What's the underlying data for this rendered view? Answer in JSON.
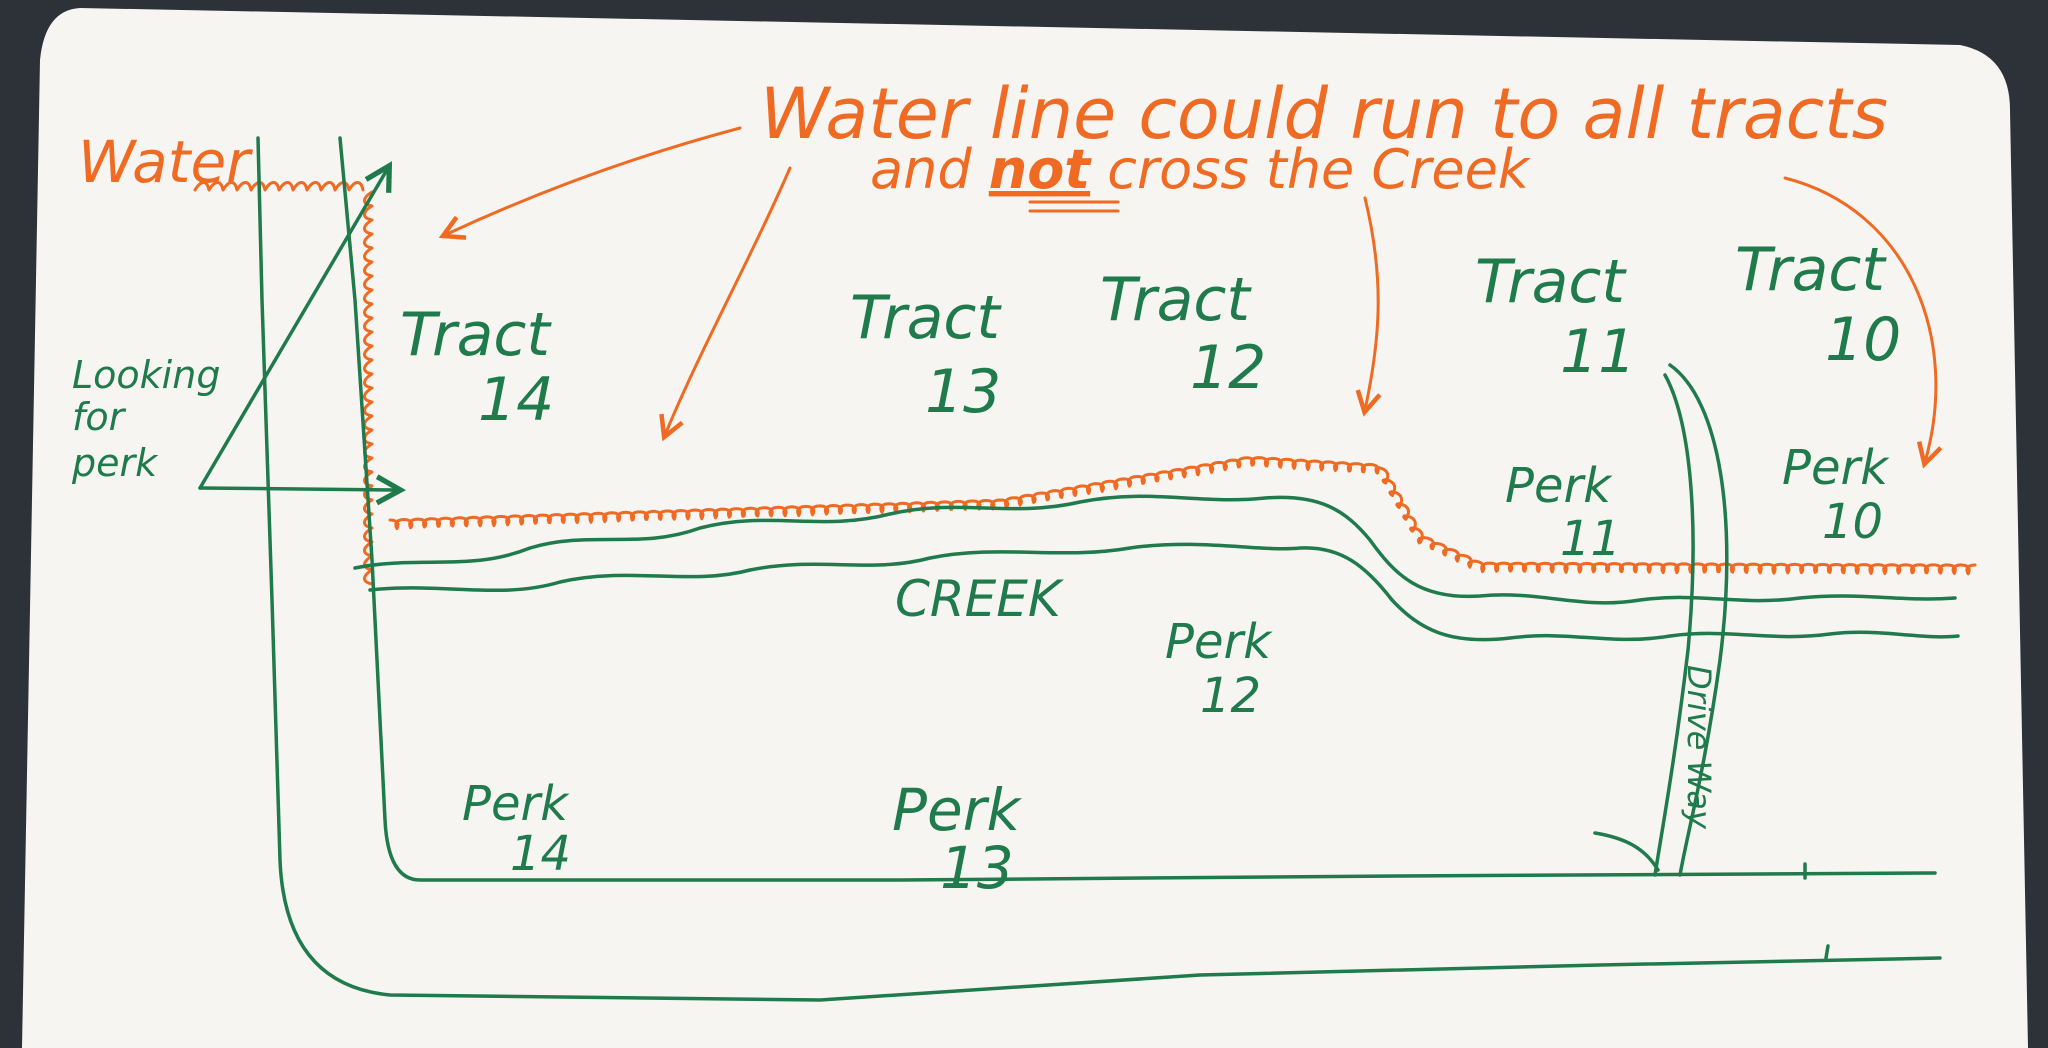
{
  "heading": {
    "line1": "Water line could run to all tracts",
    "line2_pre": "and ",
    "line2_emph": "not",
    "line2_post": " cross the Creek"
  },
  "water_label": "Water",
  "looking_label": [
    "Looking",
    "for",
    "perk"
  ],
  "creek_label": "CREEK",
  "driveway_label": "Drive Way",
  "tracts": [
    {
      "word": "Tract",
      "num": "14"
    },
    {
      "word": "Tract",
      "num": "13"
    },
    {
      "word": "Tract",
      "num": "12"
    },
    {
      "word": "Tract",
      "num": "11"
    },
    {
      "word": "Tract",
      "num": "10"
    }
  ],
  "perks": [
    {
      "word": "Perk",
      "num": "11"
    },
    {
      "word": "Perk",
      "num": "10"
    },
    {
      "word": "Perk",
      "num": "12"
    },
    {
      "word": "Perk",
      "num": "14"
    },
    {
      "word": "Perk",
      "num": "13"
    }
  ],
  "colors": {
    "green_ink": "#1f7a4c",
    "orange_ink": "#ef6a22",
    "paper": "#f6f5f1"
  }
}
